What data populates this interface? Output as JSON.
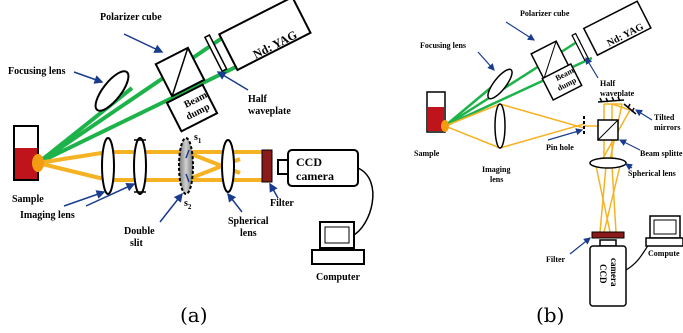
{
  "panel_a": {
    "caption": "(a)",
    "labels": {
      "laser": "Nd: YAG",
      "polarizer": "Polarizer cube",
      "focusing_lens": "Focusing lens",
      "half_waveplate_1": "Half",
      "half_waveplate_2": "waveplate",
      "beam_dump_1": "Beam",
      "beam_dump_2": "dump",
      "sample": "Sample",
      "imaging_lens": "Imaging lens",
      "double_slit_1": "Double",
      "double_slit_2": "slit",
      "s1": "s",
      "s1_sub": "1",
      "s2": "s",
      "s2_sub": "2",
      "spherical_lens_1": "Spherical",
      "spherical_lens_2": "lens",
      "filter": "Filter",
      "ccd_1": "CCD",
      "ccd_2": "camera",
      "computer": "Computer"
    }
  },
  "panel_b": {
    "caption": "(b)",
    "labels": {
      "laser": "Nd: YAG",
      "polarizer": "Polarizer cube",
      "focusing_lens": "Focusing lens",
      "half_waveplate_1": "Half",
      "half_waveplate_2": "waveplate",
      "beam_dump_1": "Beam",
      "beam_dump_2": "dump",
      "sample": "Sample",
      "imaging_lens_1": "Imaging",
      "imaging_lens_2": "lens",
      "pin_hole": "Pin hole",
      "tilted_mirrors_1": "Tilted",
      "tilted_mirrors_2": "mirrors",
      "beam_splitter": "Beam splitte",
      "spherical_lens": "Spherical lens",
      "filter": "Filter",
      "ccd_1": "CCD",
      "ccd_2": "camera",
      "computer": "Compute"
    }
  },
  "colors": {
    "laser_beam": "#1db34a",
    "emission": "#f5b324",
    "sample_fill": "#c0141c",
    "plasma_spot": "#f39c12",
    "filter_fill": "#8b1a1a",
    "slit_fill": "#a0a0a0",
    "arrow": "#1a3c8c"
  }
}
